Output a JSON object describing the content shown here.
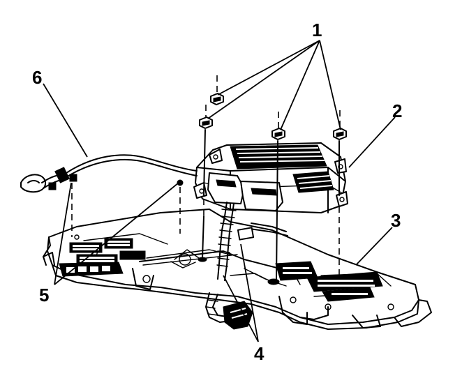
{
  "diagram": {
    "callouts": [
      {
        "id": "1",
        "label": "1"
      },
      {
        "id": "2",
        "label": "2"
      },
      {
        "id": "3",
        "label": "3"
      },
      {
        "id": "4",
        "label": "4"
      },
      {
        "id": "5",
        "label": "5"
      },
      {
        "id": "6",
        "label": "6"
      }
    ]
  },
  "colors": {
    "ink": "#000000",
    "paper": "#ffffff"
  }
}
